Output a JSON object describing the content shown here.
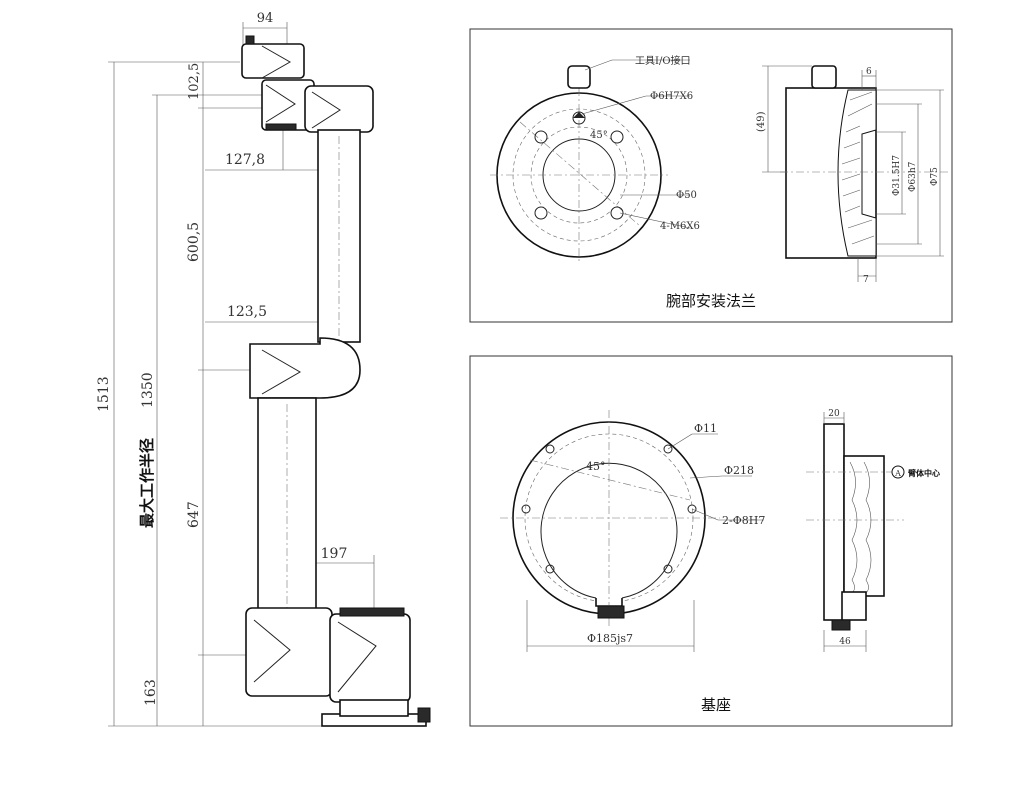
{
  "arm": {
    "dims": {
      "d94": "94",
      "d102_5": "102,5",
      "d127_8": "127,8",
      "d600_5": "600,5",
      "d123_5": "123,5",
      "d1513": "1513",
      "d1350": "1350",
      "d647": "647",
      "d197": "197",
      "d163": "163"
    },
    "reach_label": "最大工作半径"
  },
  "wrist_flange": {
    "caption": "腕部安装法兰",
    "labels": {
      "tool_io": "工具I/O接口",
      "pin_hole": "Φ6H7X6",
      "angle": "45°",
      "pcd": "Φ50",
      "threads": "4-M6X6",
      "h49": "(49)",
      "d6": "6",
      "d31_5": "Φ31.5H7",
      "d63": "Φ63h7",
      "d75": "Φ75",
      "d7": "7"
    }
  },
  "base": {
    "caption": "基座",
    "labels": {
      "d11": "Φ11",
      "angle": "45°",
      "d218": "Φ218",
      "pins": "2-Φ8H7",
      "d185": "Φ185js7",
      "d20": "20",
      "d46": "46",
      "marker": "A",
      "center": "臂体中心"
    }
  }
}
